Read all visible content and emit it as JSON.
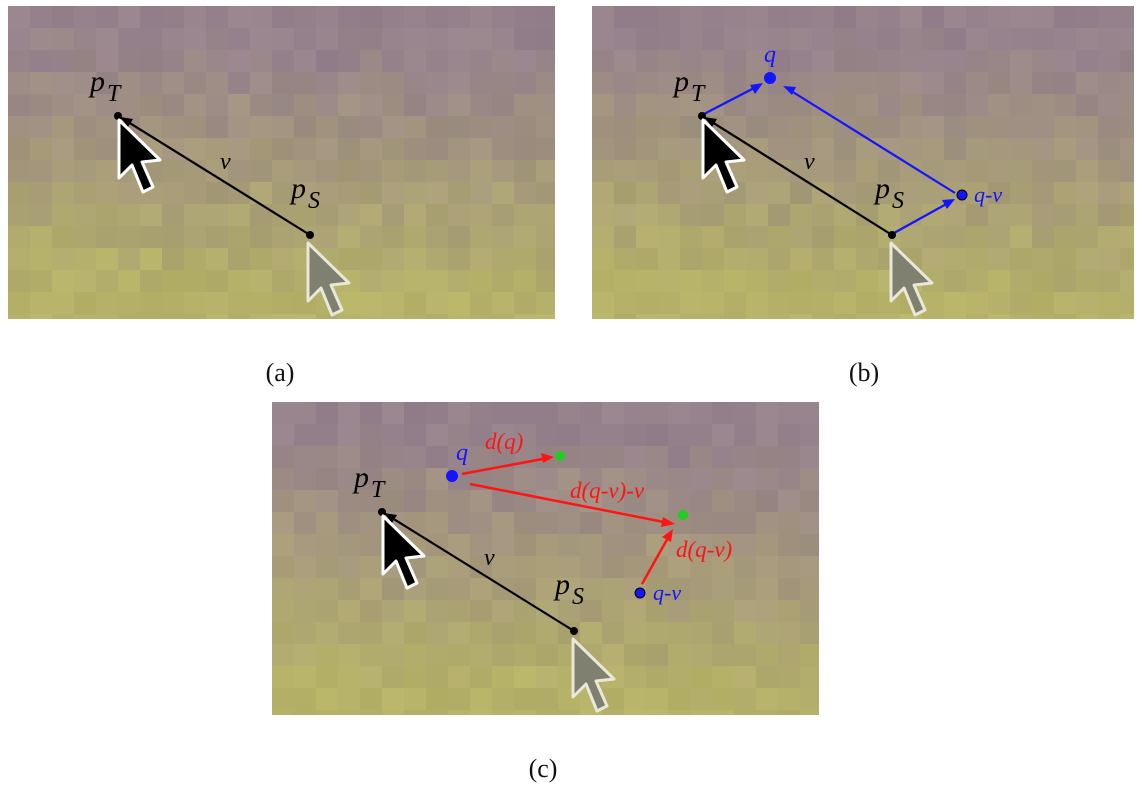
{
  "figure": {
    "panels": [
      {
        "id": "a",
        "caption": "(a)",
        "labels": {
          "pT": "p",
          "pT_sub": "T",
          "pS": "p",
          "pS_sub": "S",
          "v": "v"
        }
      },
      {
        "id": "b",
        "caption": "(b)",
        "labels": {
          "pT": "p",
          "pT_sub": "T",
          "pS": "p",
          "pS_sub": "S",
          "v": "v",
          "q": "q",
          "q_minus_v": "q-v"
        }
      },
      {
        "id": "c",
        "caption": "(c)",
        "labels": {
          "pT": "p",
          "pT_sub": "T",
          "pS": "p",
          "pS_sub": "S",
          "v": "v",
          "q": "q",
          "q_minus_v": "q-v",
          "d_q": "d(q)",
          "d_q_minus_v": "d(q-v)",
          "d_q_minus_v_minus_v": "d(q-v)-v"
        }
      }
    ],
    "colors": {
      "black": "#000000",
      "blue": "#1414ff",
      "red": "#ff1414",
      "green": "#22cc22",
      "cursor_gray": "#707060"
    }
  }
}
